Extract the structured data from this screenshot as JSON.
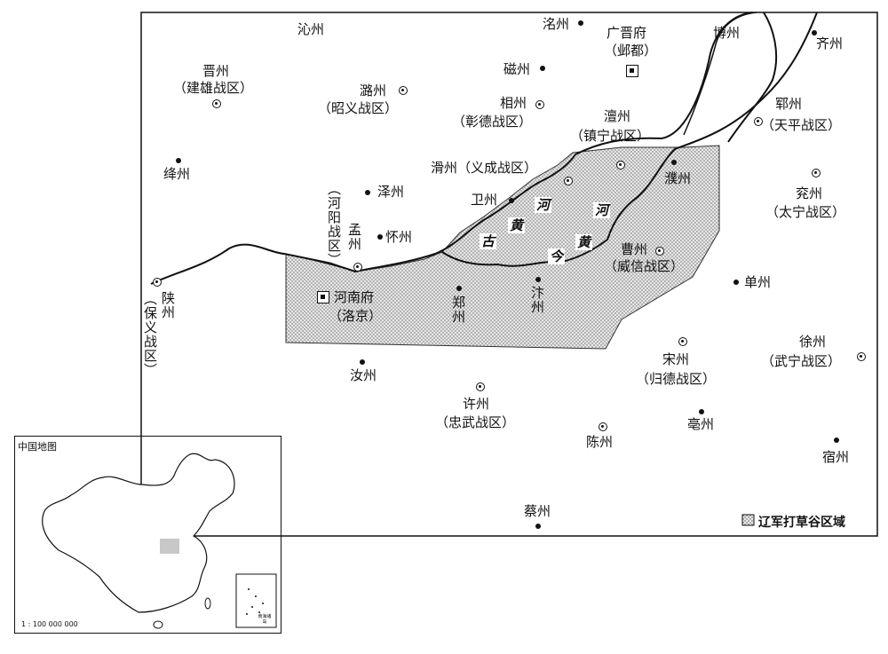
{
  "map": {
    "legend": "辽军打草谷区域",
    "river_labels": [
      "古",
      "黄",
      "河",
      "河",
      "黄",
      "今"
    ],
    "places": [
      {
        "id": "qinzhou-n",
        "name": "沁州"
      },
      {
        "id": "mingzhou",
        "name": "洺州"
      },
      {
        "id": "guangjin",
        "name": "广晋府",
        "note": "（邺都）"
      },
      {
        "id": "bozhou",
        "name": "博州"
      },
      {
        "id": "qizhou",
        "name": "齐州"
      },
      {
        "id": "jinzhou",
        "name": "晋州",
        "note": "（建雄战区）"
      },
      {
        "id": "cizhou",
        "name": "磁州"
      },
      {
        "id": "luzhou",
        "name": "潞州",
        "note": "（昭义战区）"
      },
      {
        "id": "xiangzhou",
        "name": "相州",
        "note": "（彰德战区）"
      },
      {
        "id": "yunzhou",
        "name": "郓州",
        "note": "（天平战区）"
      },
      {
        "id": "chanzhou",
        "name": "澶州",
        "note": "（镇宁战区）"
      },
      {
        "id": "jiangzhou",
        "name": "绛州"
      },
      {
        "id": "huazhou",
        "name": "滑州（义成战区）"
      },
      {
        "id": "puzhou",
        "name": "濮州"
      },
      {
        "id": "yanzhou",
        "name": "兖州",
        "note": "（太宁战区）"
      },
      {
        "id": "zezhou",
        "name": "泽州"
      },
      {
        "id": "weizhou",
        "name": "卫州"
      },
      {
        "id": "heyang",
        "name": "（河阳战区）"
      },
      {
        "id": "mengzhou",
        "name": "孟州"
      },
      {
        "id": "huaizhou",
        "name": "怀州"
      },
      {
        "id": "caozhou",
        "name": "曹州",
        "note": "（威信战区）"
      },
      {
        "id": "shanzhou-w",
        "name": "陕州",
        "note": "（保义战区）"
      },
      {
        "id": "henan",
        "name": "河南府",
        "note": "（洛京）"
      },
      {
        "id": "zhengzhou",
        "name": "郑州"
      },
      {
        "id": "bianzhou",
        "name": "汴州"
      },
      {
        "id": "shanzhou-e",
        "name": "单州"
      },
      {
        "id": "songzhou",
        "name": "宋州",
        "note": "（归德战区）"
      },
      {
        "id": "xuzhou",
        "name": "徐州",
        "note": "（武宁战区）"
      },
      {
        "id": "ruzhou",
        "name": "汝州"
      },
      {
        "id": "xuchang",
        "name": "许州",
        "note": "（忠武战区）"
      },
      {
        "id": "bozhou-s",
        "name": "亳州"
      },
      {
        "id": "chenzhou",
        "name": "陈州"
      },
      {
        "id": "suzhou",
        "name": "宿州"
      },
      {
        "id": "caizhou",
        "name": "蔡州"
      }
    ]
  },
  "inset": {
    "title": "中国地图",
    "scale": "1 : 100 000 000",
    "corner_text": "南海诸岛"
  },
  "colors": {
    "ink": "#111111",
    "stipple": "#8a8a8a",
    "highlight": "#c8c8c8"
  }
}
